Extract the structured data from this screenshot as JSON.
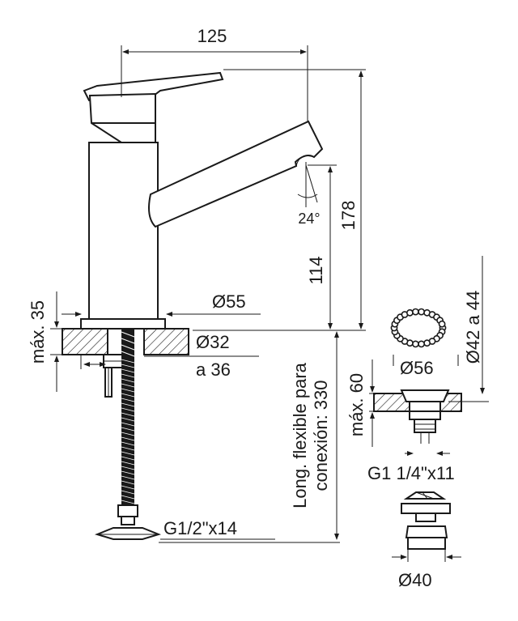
{
  "drawing": {
    "dimensions": {
      "width_125": "125",
      "height_178": "178",
      "height_114": "114",
      "angle_24": "24°",
      "max_35": "máx. 35",
      "diam_55": "Ø55",
      "diam_32": "Ø32",
      "diam_32_b": "a 36",
      "hose_line1": "Long. flexible para",
      "hose_line2": "conexión: 330",
      "g12": "G1/2\"x14",
      "diam_56": "Ø56",
      "range_42_44": "Ø42 a 44",
      "max_60": "máx. 60",
      "g1_14": "G1 1/4\"x11",
      "diam_40": "Ø40"
    },
    "colors": {
      "ink": "#1a1a1a",
      "background": "#ffffff"
    }
  }
}
